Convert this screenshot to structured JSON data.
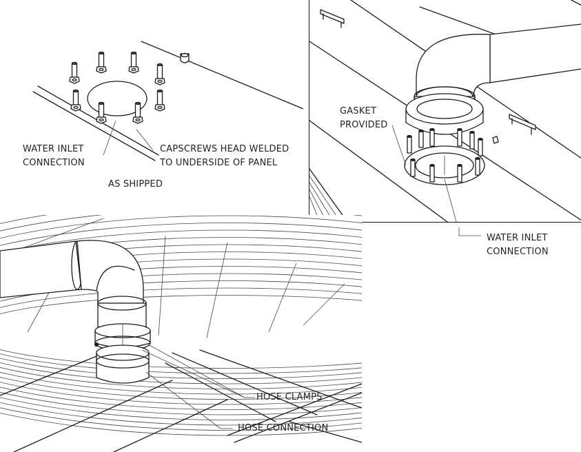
{
  "panel_top_left": {
    "labels": {
      "water_inlet_line1": "WATER INLET",
      "water_inlet_line2": "CONNECTION",
      "capscrews_line1": "CAPSCREWS HEAD WELDED",
      "capscrews_line2": "TO UNDERSIDE OF PANEL",
      "as_shipped": "AS SHIPPED"
    }
  },
  "panel_top_right": {
    "labels": {
      "gasket_line1": "GASKET",
      "gasket_line2": "PROVIDED",
      "water_inlet_line1": "WATER INLET",
      "water_inlet_line2": "CONNECTION"
    }
  },
  "panel_bottom_left": {
    "labels": {
      "hose_clamps": "HOSE CLAMPS",
      "hose_connection": "HOSE CONNECTION"
    }
  },
  "colors": {
    "line": "#1a1a1a",
    "background": "#ffffff"
  }
}
